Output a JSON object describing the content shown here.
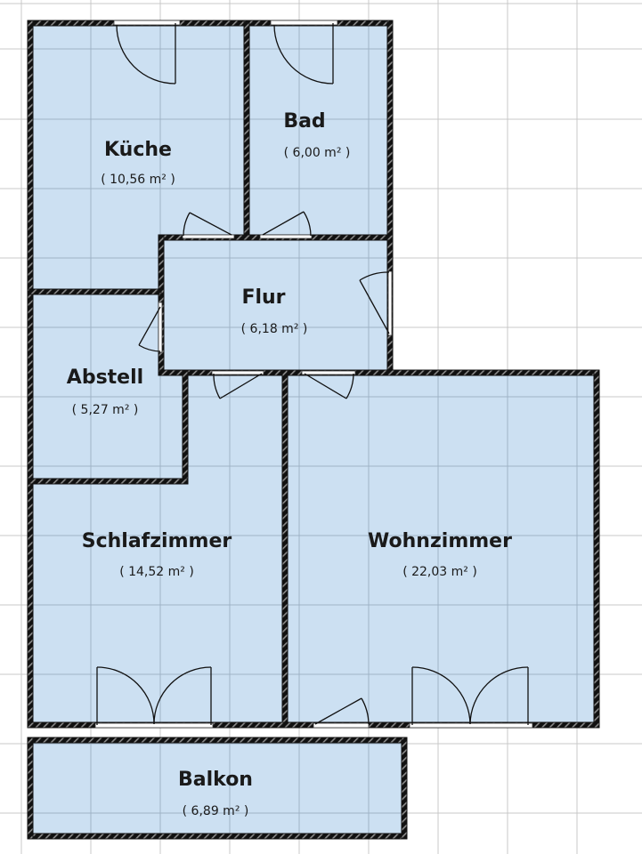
{
  "plan": {
    "colors": {
      "room_fill": "#cce0f2",
      "wall": "#111111",
      "grid_outside": "#c9c9c9",
      "grid_inside": "#9fb3c6",
      "background": "#ffffff"
    },
    "rooms": [
      {
        "id": "kueche",
        "name": "Küche",
        "area": "( 10,56 m² )"
      },
      {
        "id": "bad",
        "name": "Bad",
        "area": "( 6,00 m² )"
      },
      {
        "id": "flur",
        "name": "Flur",
        "area": "( 6,18 m² )"
      },
      {
        "id": "abstell",
        "name": "Abstell",
        "area": "( 5,27 m² )"
      },
      {
        "id": "schlafzimmer",
        "name": "Schlafzimmer",
        "area": "( 14,52 m² )"
      },
      {
        "id": "wohnzimmer",
        "name": "Wohnzimmer",
        "area": "( 22,03 m² )"
      },
      {
        "id": "balkon",
        "name": "Balkon",
        "area": "( 6,89 m² )"
      }
    ]
  }
}
